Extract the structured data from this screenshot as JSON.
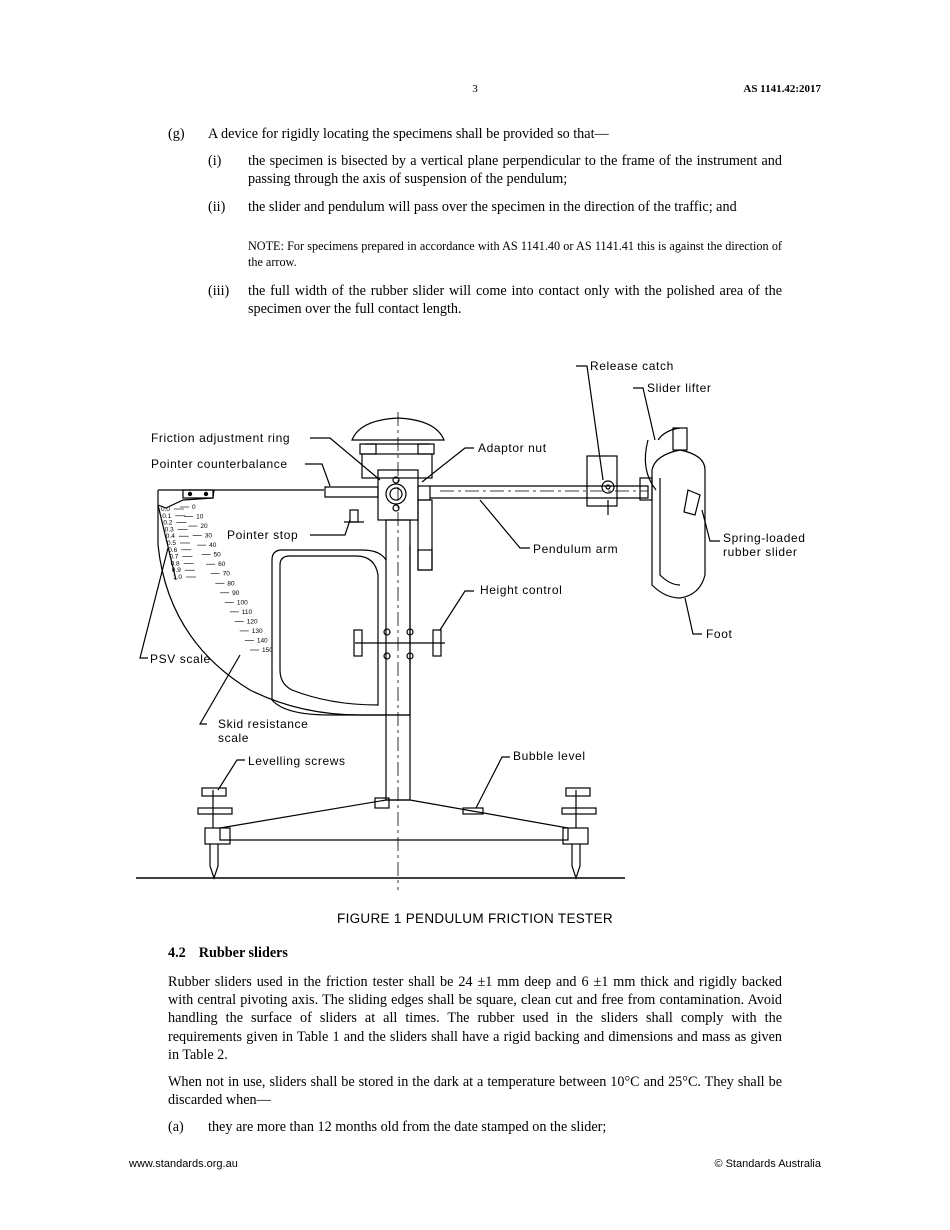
{
  "header": {
    "page_number": "3",
    "standard_code": "AS 1141.42:2017"
  },
  "clause_g": {
    "label": "(g)",
    "text": "A device for rigidly locating the specimens shall be provided so that—",
    "items": [
      {
        "label": "(i)",
        "text": "the specimen is bisected by a vertical plane perpendicular to the frame of the instrument and passing through the axis of suspension of the pendulum;"
      },
      {
        "label": "(ii)",
        "text": "the slider and pendulum will pass over the specimen in the direction of the traffic; and"
      },
      {
        "label": "(iii)",
        "text": "the full width of the rubber slider will come into contact only with the polished area of the specimen over the full contact length."
      }
    ],
    "note": "NOTE: For specimens prepared in accordance with AS 1141.40 or AS 1141.41 this is against the direction of the arrow."
  },
  "figure": {
    "caption": "FIGURE  1   PENDULUM FRICTION TESTER",
    "labels": {
      "release_catch": "Release catch",
      "slider_lifter": "Slider lifter",
      "friction_adjustment_ring": "Friction adjustment ring",
      "adaptor_nut": "Adaptor nut",
      "pointer_counterbalance": "Pointer counterbalance",
      "pointer_stop": "Pointer stop",
      "pendulum_arm": "Pendulum arm",
      "spring_loaded_line1": "Spring-loaded",
      "spring_loaded_line2": "rubber slider",
      "height_control": "Height control",
      "foot": "Foot",
      "psv_scale": "PSV scale",
      "skid_line1": "Skid resistance",
      "skid_line2": "scale",
      "levelling_screws": "Levelling screws",
      "bubble_level": "Bubble level"
    },
    "psv_ticks": [
      "0.0",
      "0.1",
      "0.2",
      "0.3",
      "0.4",
      "0.5",
      "0.6",
      "0.7",
      "0.8",
      "0.9",
      "1.0"
    ],
    "skid_ticks": [
      "0",
      "10",
      "20",
      "30",
      "40",
      "50",
      "60",
      "70",
      "80",
      "90",
      "100",
      "110",
      "120",
      "130",
      "140",
      "150"
    ]
  },
  "section": {
    "number": "4.2",
    "title": "Rubber sliders",
    "paragraph1": "Rubber sliders used in the friction tester shall be 24 ±1 mm deep and 6 ±1 mm thick and rigidly backed with central pivoting axis. The sliding edges shall be square, clean cut and free from contamination. Avoid handling the surface of sliders at all times. The rubber used in the sliders shall comply with the requirements given in Table 1 and the sliders shall have a rigid backing and dimensions and mass as given in Table 2.",
    "paragraph2": "When not in use, sliders shall be stored in the dark at a temperature between 10°C and 25°C. They shall be discarded when—",
    "item_a_label": "(a)",
    "item_a_text": "they are more than 12 months old from the date stamped on the slider;"
  },
  "footer": {
    "website": "www.standards.org.au",
    "copyright": "© Standards Australia"
  }
}
